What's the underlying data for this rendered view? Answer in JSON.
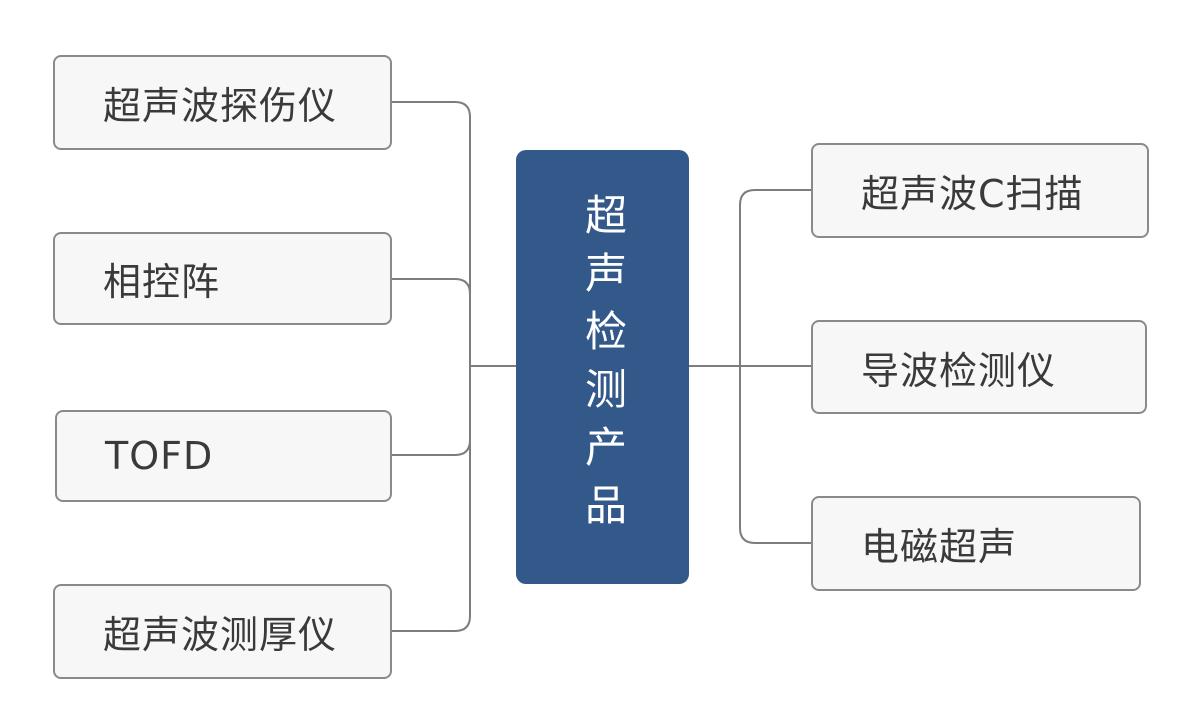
{
  "center": {
    "label": "超声检测产品",
    "color": "#33598b"
  },
  "left_nodes": [
    {
      "label": "超声波探伤仪"
    },
    {
      "label": "相控阵"
    },
    {
      "label": "TOFD"
    },
    {
      "label": "超声波测厚仪"
    }
  ],
  "right_nodes": [
    {
      "label": "超声波C扫描"
    },
    {
      "label": "导波检测仪"
    },
    {
      "label": "电磁超声"
    }
  ]
}
